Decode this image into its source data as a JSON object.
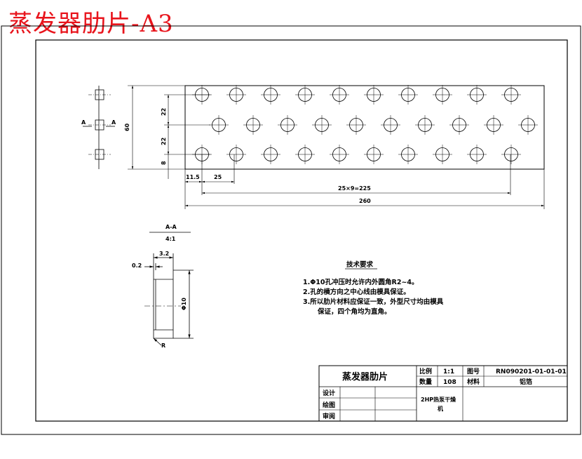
{
  "sheet_title": "蒸发器肋片-A3",
  "colors": {
    "title": "#e8141c",
    "line": "#000000"
  },
  "side_view": {
    "section_letter_left": "A",
    "section_letter_right": "A"
  },
  "dimensions": {
    "height": "60",
    "row_pitch_top": "22",
    "row_pitch_bottom": "22",
    "bottom_offset": "8",
    "left_offset": "11.5",
    "hole_pitch": "25",
    "pitch_total": "25×9=225",
    "overall_length": "260"
  },
  "section_view": {
    "label": "A-A",
    "scale": "4:1",
    "thickness": "3.2",
    "fin_gap": "0.2",
    "diameter": "Φ10",
    "radius": "R"
  },
  "tech_requirements": {
    "title": "技术要求",
    "items": [
      "1.Φ10孔冲压时允许内外圆角R2~4。",
      "2.孔的横方向之中心线由模具保证。",
      "3.所以肋片材料应保证一致，外型尺寸均由模具",
      "保证，四个角均为直角。"
    ]
  },
  "title_block": {
    "part_name": "蒸发器肋片",
    "scale_label": "比例",
    "scale_value": "1:1",
    "drawing_no_label": "图号",
    "drawing_no": "RN090201-01-01-01",
    "quantity_label": "数量",
    "quantity_value": "108",
    "material_label": "材料",
    "material_value": "铝箔",
    "design_label": "设计",
    "drawing_label": "绘图",
    "review_label": "审阅",
    "machine_name_line1": "2HP热泵干燥",
    "machine_name_line2": "机"
  }
}
